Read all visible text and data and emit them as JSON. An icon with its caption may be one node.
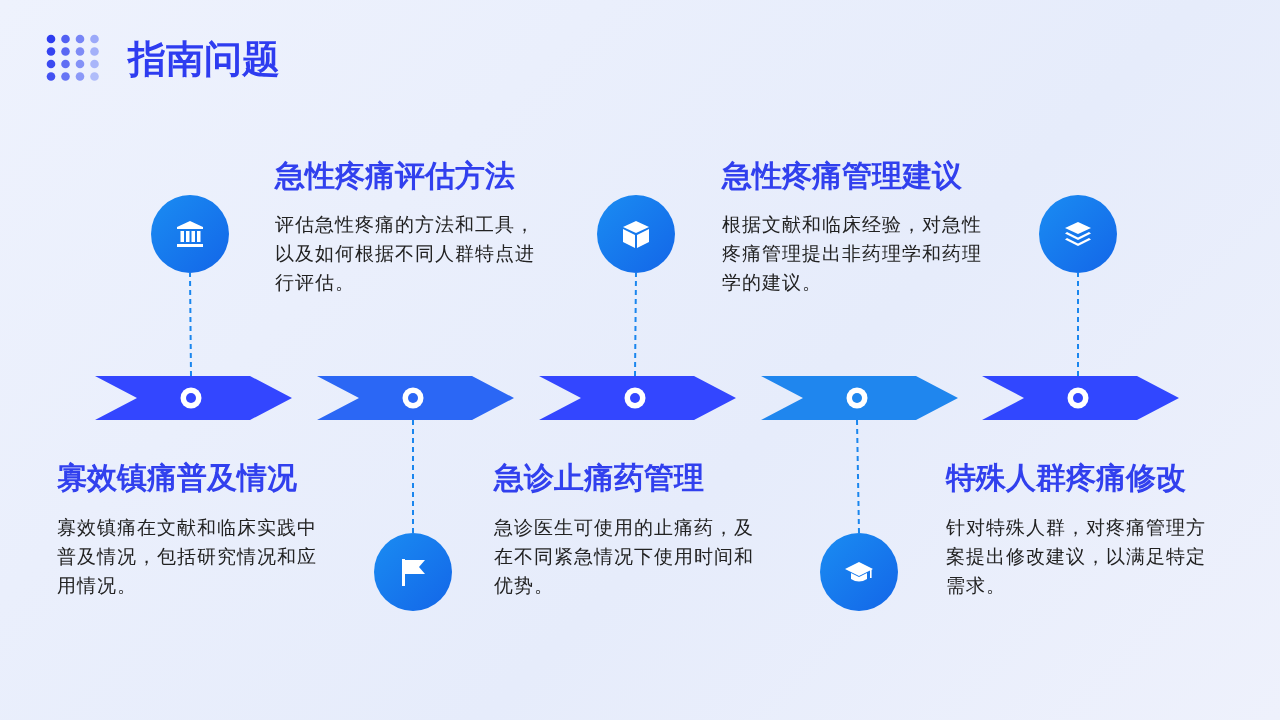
{
  "diagram": {
    "title": "指南问题",
    "nodes": [
      {
        "text": [],
        "shape": "chevron"
      },
      {
        "text": [],
        "shape": "chevron"
      },
      {
        "text": [],
        "shape": "chevron"
      },
      {
        "text": [],
        "shape": "chevron"
      },
      {
        "text": [],
        "shape": "chevron"
      },
      {
        "text": [],
        "shape": "circle"
      },
      {
        "text": [],
        "shape": "circle"
      },
      {
        "text": [],
        "shape": "circle"
      },
      {
        "text": [],
        "shape": "circle"
      },
      {
        "text": [],
        "shape": "circle"
      }
    ],
    "edges": [
      {
        "from": 0,
        "to": 5,
        "arrow": "none",
        "style": "dashed"
      },
      {
        "from": 1,
        "to": 6,
        "arrow": "none",
        "style": "dashed"
      },
      {
        "from": 2,
        "to": 7,
        "arrow": "none",
        "style": "dashed"
      },
      {
        "from": 3,
        "to": 8,
        "arrow": "none",
        "style": "dashed"
      },
      {
        "from": 4,
        "to": 9,
        "arrow": "none",
        "style": "dashed"
      }
    ],
    "labels": [
      "寡效镇痛普及情况",
      "寡效镇痛在文献和临床实践中普及情况，包括研究情况和应用情况。",
      "急性疼痛评估方法",
      "评估急性疼痛的方法和工具，以及如何根据不同人群特点进行评估。",
      "急诊止痛药管理",
      "急诊医生可使用的止痛药，及在不同紧急情况下使用时间和优势。",
      "急性疼痛管理建议",
      "根据文献和临床经验，对急性疼痛管理提出非药理学和药理学的建议。",
      "特殊人群疼痛修改",
      "针对特殊人群，对疼痛管理方案提出修改建议，以满足特定需求。"
    ]
  }
}
